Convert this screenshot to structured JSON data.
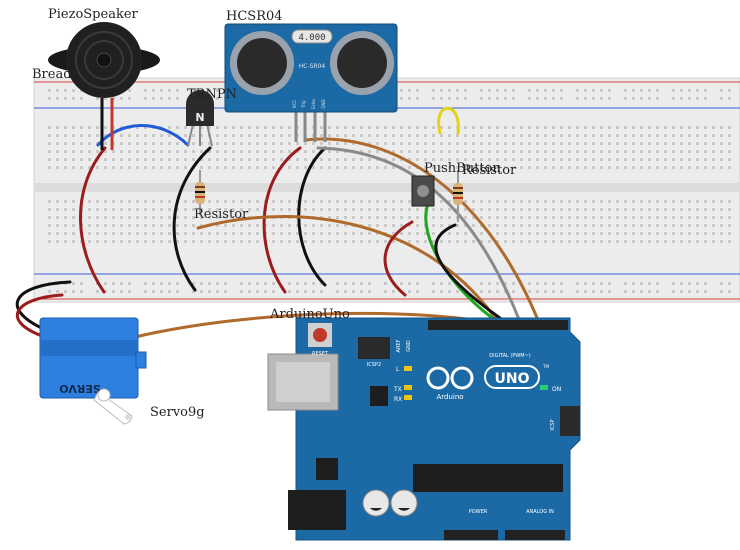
{
  "labels": {
    "piezo": "PiezoSpeaker",
    "breadboard": "Bread",
    "hcsr04": "HCSR04",
    "transistor": "TRNPN",
    "resistor_left": "Resistor",
    "pushbutton": "PushButton",
    "resistor_right": "Resistor",
    "arduino": "ArduinoUno",
    "servo": "Servo9g"
  },
  "component_text": {
    "sensor_display": "4.000",
    "sensor_model": "HC-SR04",
    "sensor_pins": [
      "VCC",
      "Trig",
      "Echo",
      "GND"
    ],
    "transistor_mark": "N",
    "servo_text": "SERVO",
    "reset": "RESET",
    "icsp2": "ICSP2",
    "aref": "AREF",
    "gnd": "GND",
    "led_l": "L",
    "led_tx": "TX",
    "led_rx": "RX",
    "uno": "UNO",
    "brand": "Arduino",
    "digital": "DIGITAL (PWM~)",
    "power": "POWER",
    "analog": "ANALOG IN",
    "on": "ON",
    "icsp": "ICSP",
    "tm": "TM"
  },
  "colors": {
    "board_blue": "#1b6aa5",
    "board_dark": "#145487",
    "breadboard": "#ececec",
    "rail_red": "#d94040",
    "rail_blue": "#3a5bd9",
    "wire_red": "#9b1c1c",
    "wire_black": "#111111",
    "wire_brown": "#b06a2c",
    "wire_green": "#1fa61f",
    "wire_yellow": "#e3d11a",
    "wire_blue": "#1f5bd6",
    "wire_gray": "#8a8a8a",
    "servo_blue": "#2d7fe0"
  }
}
